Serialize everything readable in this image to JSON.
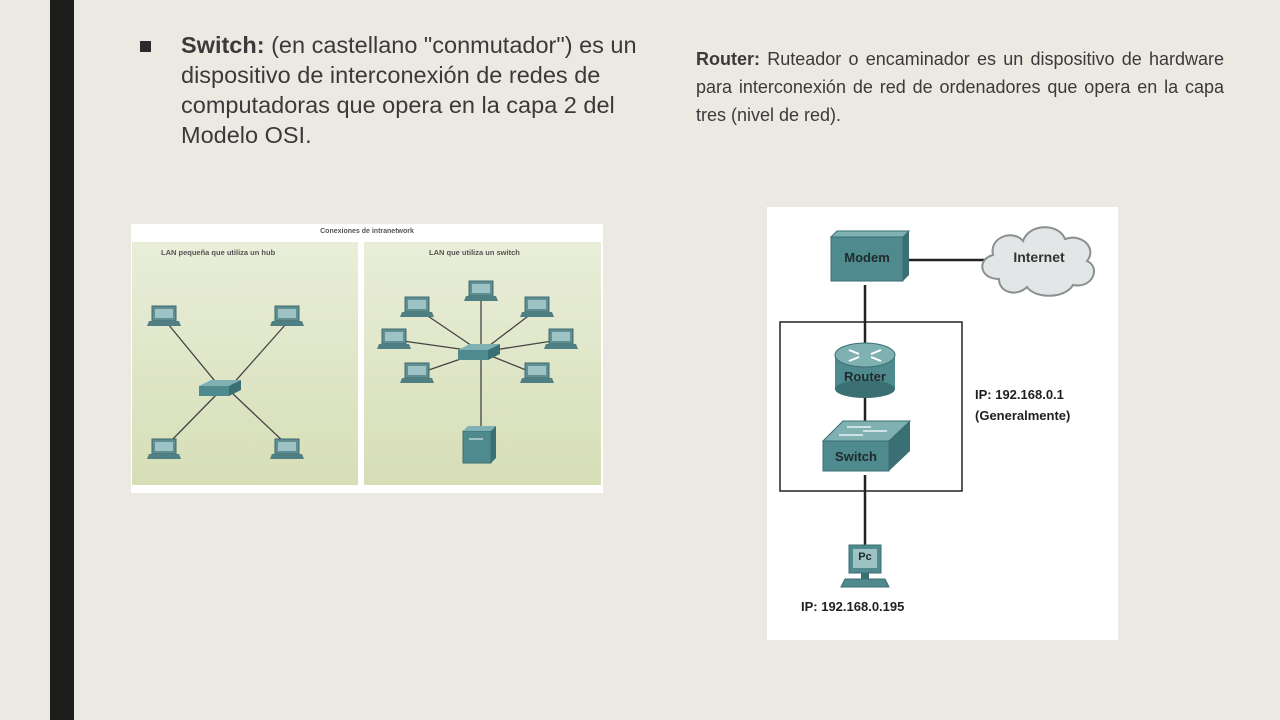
{
  "slide": {
    "switch_block": {
      "term": "Switch:",
      "body": " (en castellano \"conmutador\") es un dispositivo de interconexión de redes de computadoras que opera en la capa 2 del Modelo OSI."
    },
    "router_block": {
      "term": "Router:",
      "body": " Ruteador o encaminador es un dispositivo de hardware para interconexión de red de ordenadores que opera en la capa tres (nivel de red)."
    }
  },
  "diagram_lan": {
    "title": "Conexiones de intranetwork",
    "left_caption": "LAN pequeña que utiliza un hub",
    "right_caption": "LAN que utiliza un switch"
  },
  "diagram_router": {
    "modem": "Modem",
    "internet": "Internet",
    "router": "Router",
    "switch": "Switch",
    "pc": "Pc",
    "router_ip": "IP: 192.168.0.1",
    "router_ip_note": "(Generalmente)",
    "pc_ip": "IP: 192.168.0.195"
  },
  "colors": {
    "background": "#ece9e2",
    "accent_bar": "#1d1d1b",
    "device_teal": "#4e8a8e",
    "lan_panel_bg": "#dfe7c9"
  }
}
